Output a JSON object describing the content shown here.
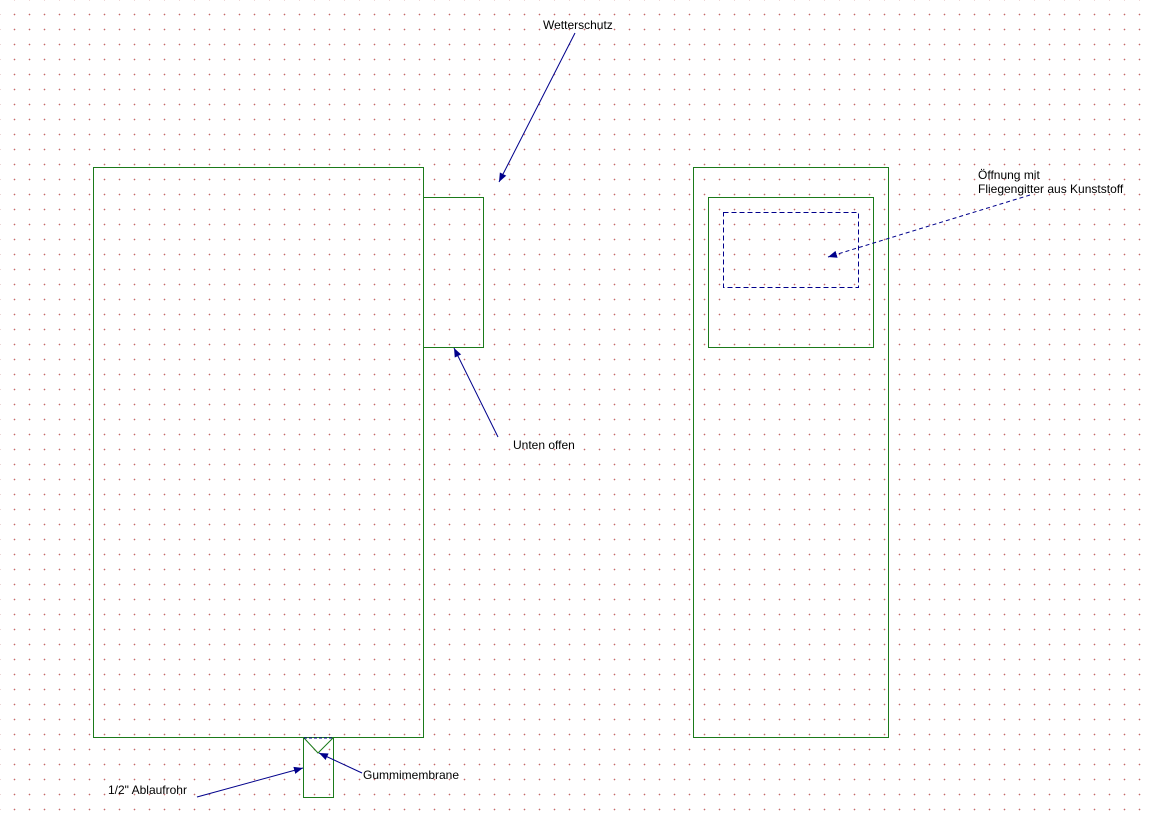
{
  "colors": {
    "outline": "#1a7a1a",
    "arrow": "#00008b",
    "grid_dot": "#c46a6a",
    "background": "#ffffff"
  },
  "labels": {
    "wetterschutz": "Wetterschutz",
    "unten_offen": "Unten offen",
    "oeffnung_line1": "Öffnung mit",
    "oeffnung_line2": "Fliegengitter aus Kunststoff",
    "gummimembrane": "Gummimembrane",
    "ablaufrohr": "1/2\" Ablaufrohr"
  }
}
